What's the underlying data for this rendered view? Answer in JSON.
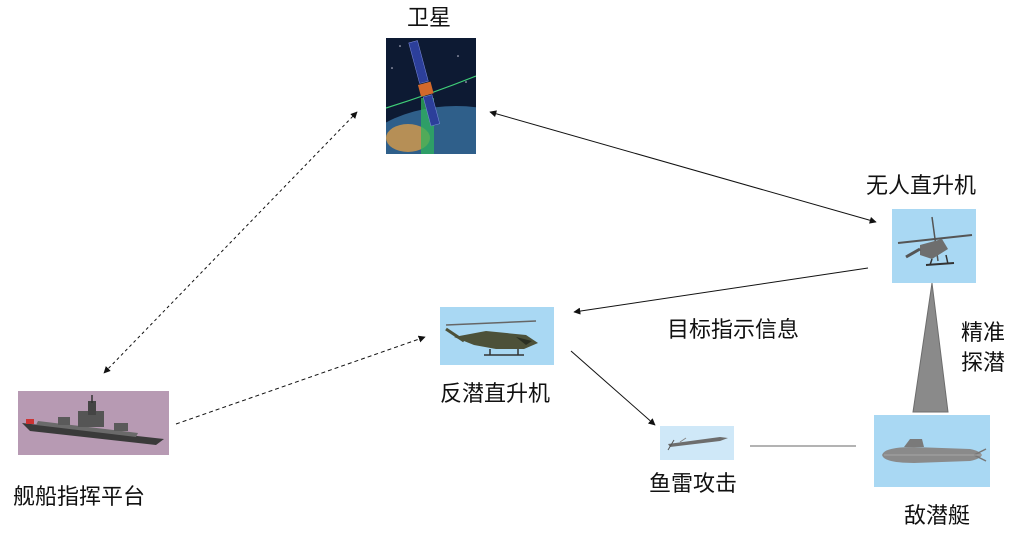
{
  "nodes": {
    "satellite": {
      "label": "卫星"
    },
    "uav_helicopter": {
      "label": "无人直升机"
    },
    "asw_helicopter": {
      "label": "反潜直升机"
    },
    "ship_platform": {
      "label": "舰船指挥平台"
    },
    "torpedo": {
      "label": "鱼雷攻击"
    },
    "enemy_submarine": {
      "label": "敌潜艇"
    }
  },
  "annotations": {
    "target_info": "目标指示信息",
    "precise_detect_line1": "精准",
    "precise_detect_line2": "探潜"
  },
  "colors": {
    "sky_blue": "#a9d8f3",
    "ship_bg": "#b79ab3",
    "earth_bg": "#0d1a33",
    "arrow": "#111111",
    "cone": "#8a8a8a"
  }
}
